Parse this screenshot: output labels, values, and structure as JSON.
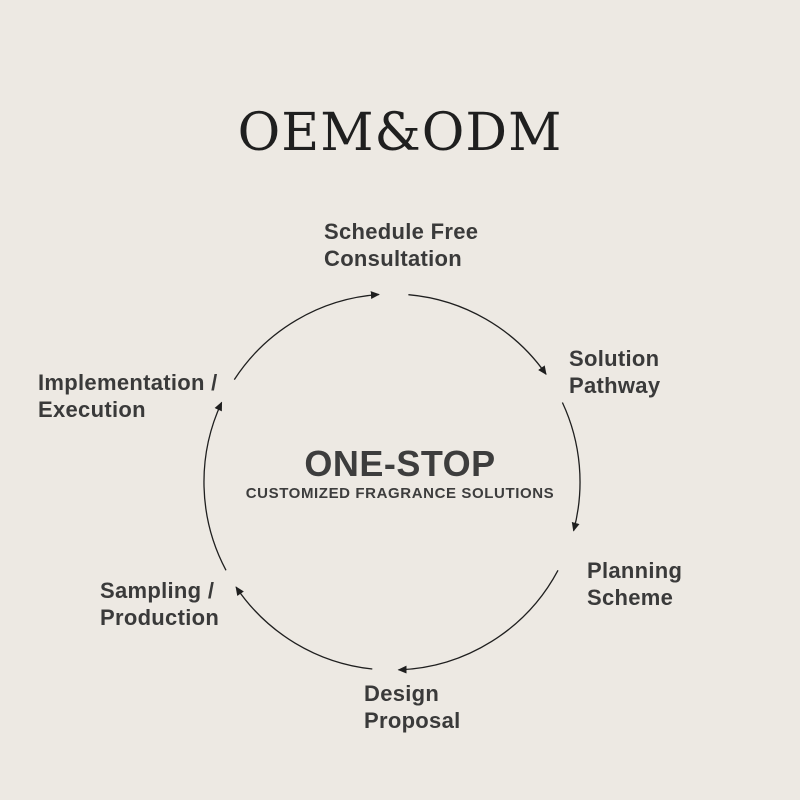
{
  "title": "OEM&ODM",
  "center": {
    "main": "ONE-STOP",
    "sub": "CUSTOMIZED FRAGRANCE SOLUTIONS"
  },
  "steps": [
    {
      "line1": "Schedule Free",
      "line2": "Consultation"
    },
    {
      "line1": "Solution",
      "line2": "Pathway"
    },
    {
      "line1": "Planning",
      "line2": "Scheme"
    },
    {
      "line1": "Design",
      "line2": "Proposal"
    },
    {
      "line1": "Sampling /",
      "line2": "Production"
    },
    {
      "line1": "Implementation /",
      "line2": "Execution"
    }
  ],
  "colors": {
    "background": "#ede9e3",
    "text": "#3a3a3a",
    "line": "#1f1f1f"
  }
}
